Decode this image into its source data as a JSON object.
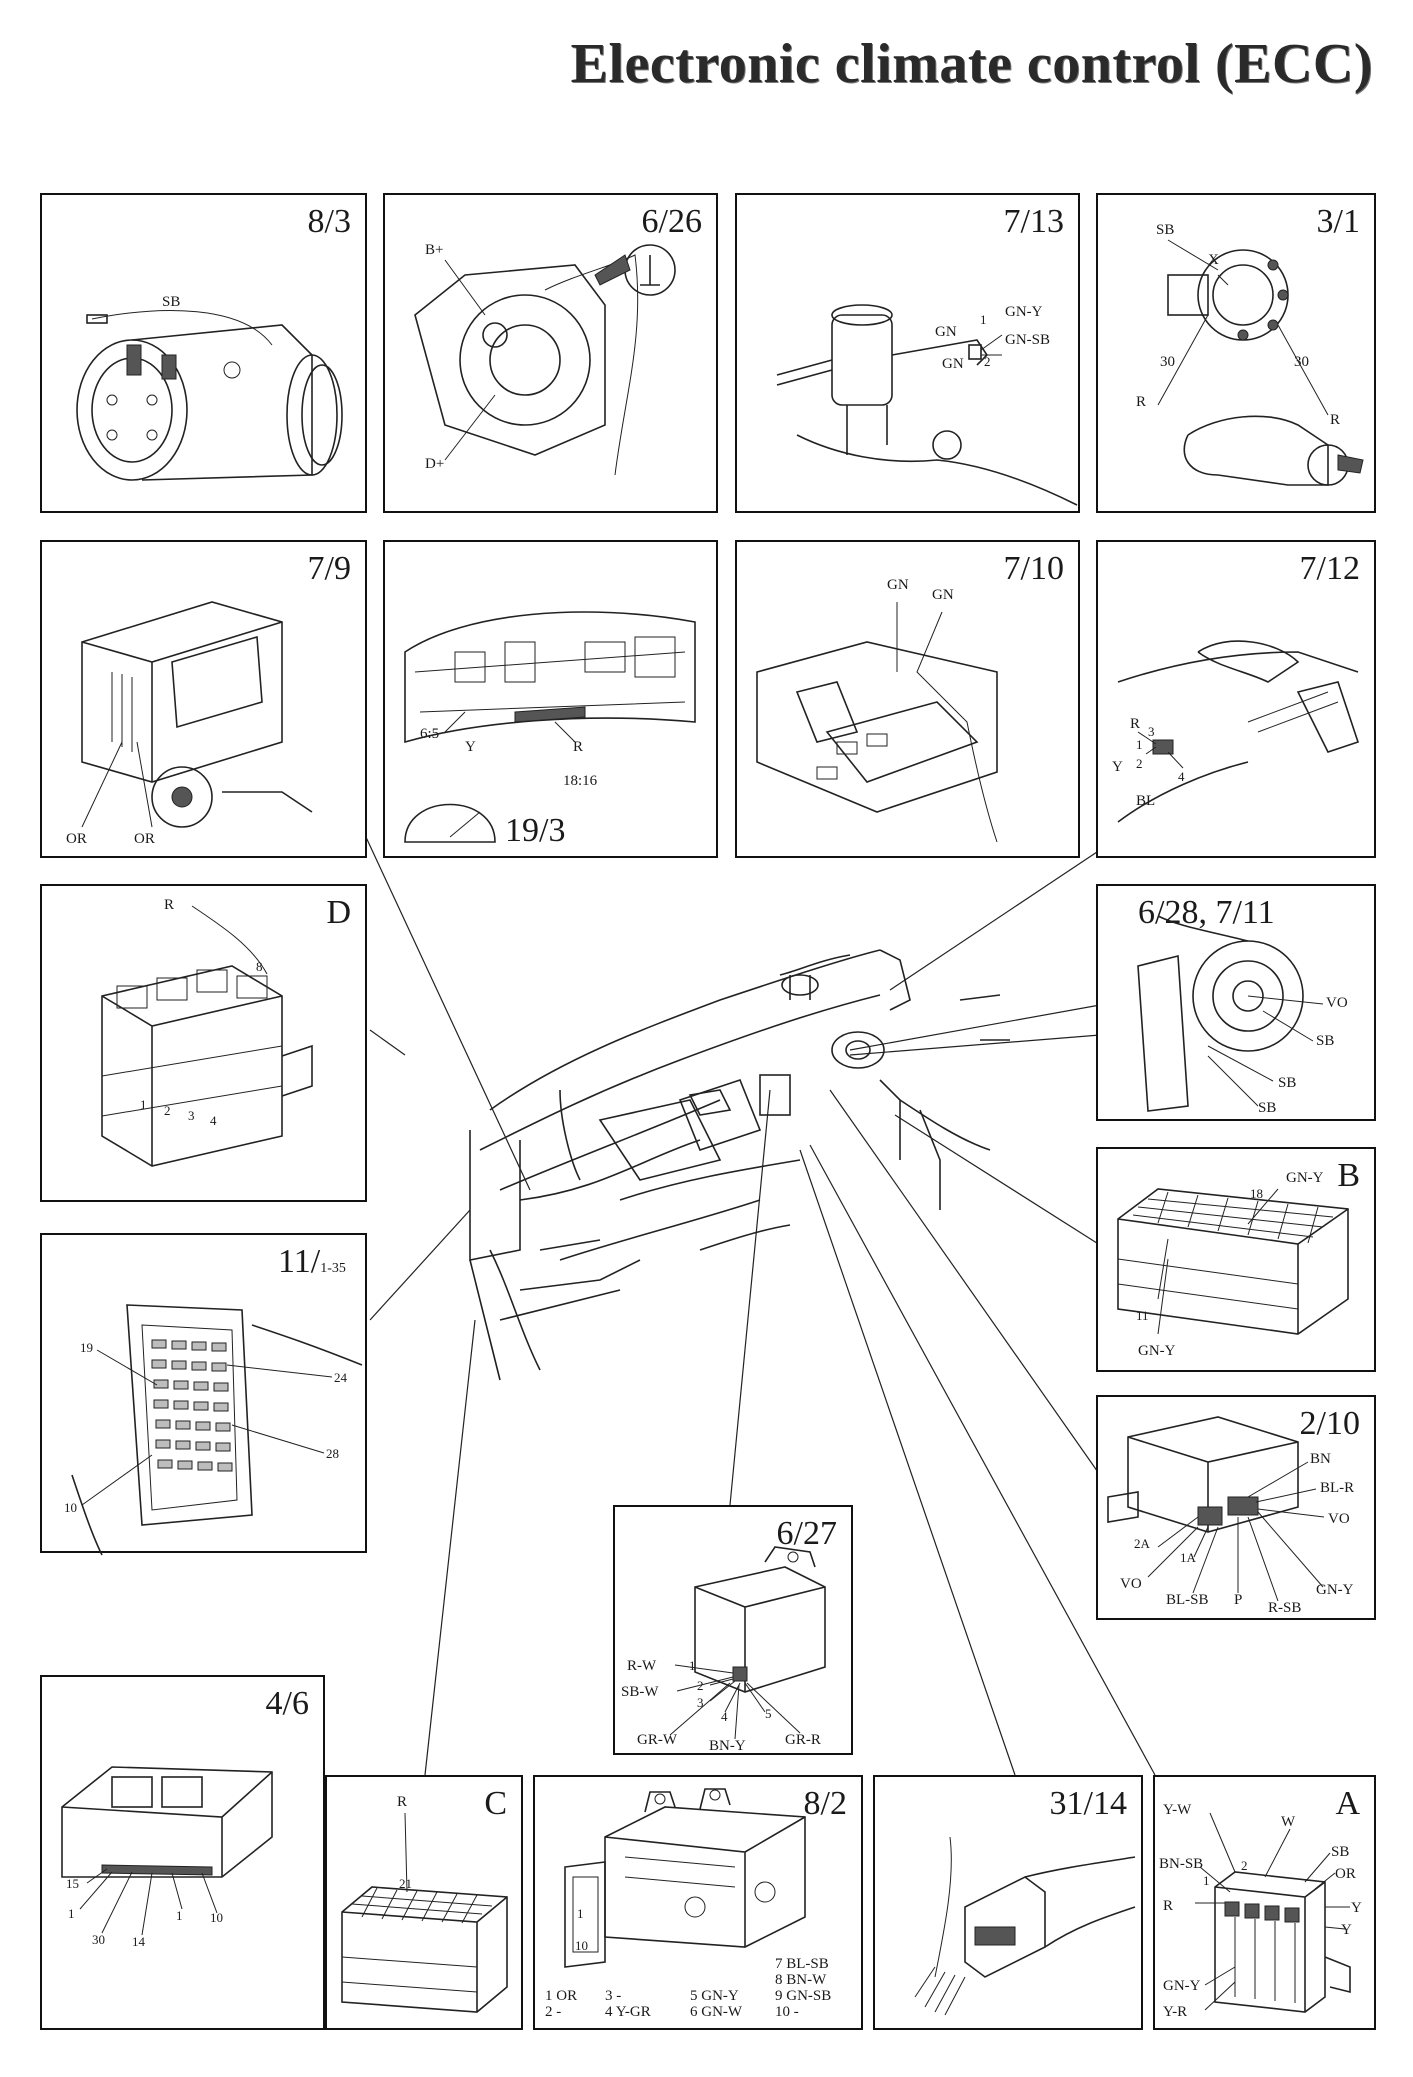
{
  "title": "Electronic climate control (ECC)",
  "panels": {
    "p83": {
      "id": "8/3",
      "labels": [
        "SB"
      ]
    },
    "p626": {
      "id": "6/26",
      "labels": [
        "B+",
        "D+"
      ]
    },
    "p713": {
      "id": "7/13",
      "labels": [
        "GN",
        "GN",
        "GN-Y",
        "GN-SB",
        "1",
        "2"
      ]
    },
    "p31": {
      "id": "3/1",
      "labels": [
        "SB",
        "X",
        "30",
        "30",
        "R",
        "R"
      ]
    },
    "p79": {
      "id": "7/9",
      "labels": [
        "OR",
        "OR"
      ]
    },
    "p193": {
      "id": "19/3",
      "labels": [
        "6:5",
        "Y",
        "R",
        "18:16"
      ]
    },
    "p710": {
      "id": "7/10",
      "labels": [
        "GN",
        "GN"
      ]
    },
    "p712": {
      "id": "7/12",
      "labels": [
        "R",
        "3",
        "1",
        "Y",
        "2",
        "4",
        "BL"
      ]
    },
    "pD": {
      "id": "D",
      "labels": [
        "R",
        "8",
        "1",
        "2",
        "3",
        "4"
      ]
    },
    "p628": {
      "id": "6/28, 7/11",
      "labels": [
        "VO",
        "SB",
        "SB",
        "SB"
      ]
    },
    "pB": {
      "id": "B",
      "labels": [
        "GN-Y",
        "18",
        "11",
        "GN-Y"
      ]
    },
    "p11": {
      "id": "11/",
      "sub": "1-35",
      "labels": [
        "19",
        "24",
        "28",
        "10"
      ]
    },
    "p210": {
      "id": "2/10",
      "labels": [
        "BN",
        "BL-R",
        "VO",
        "2A",
        "1A",
        "VO",
        "BL-SB",
        "P",
        "R-SB",
        "GN-Y"
      ]
    },
    "p627": {
      "id": "6/27",
      "labels": [
        "R-W",
        "1",
        "SB-W",
        "2",
        "3",
        "4",
        "5",
        "GR-W",
        "BN-Y",
        "GR-R"
      ]
    },
    "p46": {
      "id": "4/6",
      "labels": [
        "15",
        "1",
        "30",
        "14",
        "1",
        "10"
      ]
    },
    "pC": {
      "id": "C",
      "labels": [
        "R",
        "21"
      ]
    },
    "p82": {
      "id": "8/2",
      "labels": [
        "1",
        "10"
      ],
      "legend": [
        "1 OR",
        "2 -",
        "3 -",
        "4 Y-GR",
        "5 GN-Y",
        "6 GN-W",
        "7 BL-SB",
        "8 BN-W",
        "9 GN-SB",
        "10 -"
      ]
    },
    "p3114": {
      "id": "31/14",
      "labels": []
    },
    "pA": {
      "id": "A",
      "labels": [
        "Y-W",
        "W",
        "SB",
        "OR",
        "BN-SB",
        "2",
        "1",
        "R",
        "Y",
        "Y",
        "GN-Y",
        "Y-R"
      ]
    }
  }
}
